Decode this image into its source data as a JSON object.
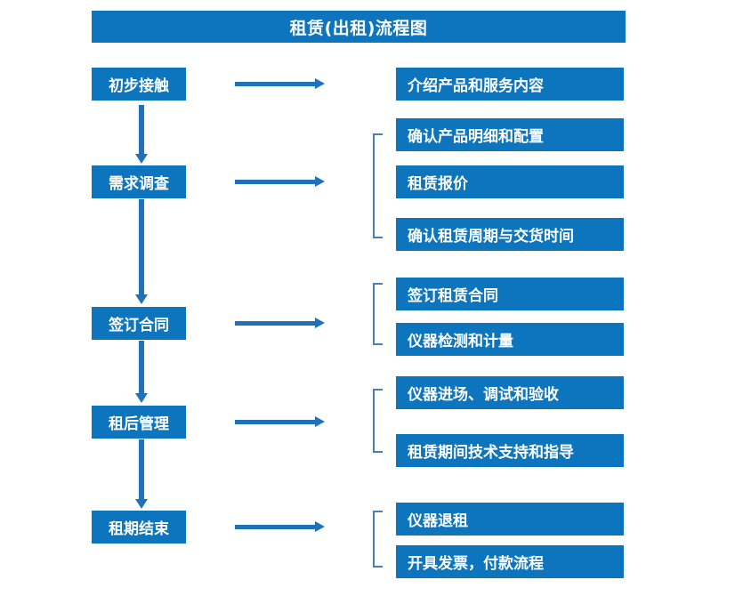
{
  "diagram": {
    "title": "租赁(出租)流程图",
    "accent_color": "#0d75be",
    "connector_color": "#1f72b8",
    "bracket_color": "#4a7ebb",
    "text_color": "#ffffff",
    "background_color": "#ffffff"
  },
  "stages": [
    {
      "label": "初步接触"
    },
    {
      "label": "需求调查"
    },
    {
      "label": "签订合同"
    },
    {
      "label": "租后管理"
    },
    {
      "label": "租期结束"
    }
  ],
  "detail_groups": [
    {
      "bracketed": false,
      "items": [
        {
          "label": "介绍产品和服务内容"
        }
      ]
    },
    {
      "bracketed": true,
      "items": [
        {
          "label": "确认产品明细和配置"
        },
        {
          "label": "租赁报价"
        },
        {
          "label": "确认租赁周期与交货时间"
        }
      ]
    },
    {
      "bracketed": true,
      "items": [
        {
          "label": "签订租赁合同"
        },
        {
          "label": "仪器检测和计量"
        }
      ]
    },
    {
      "bracketed": true,
      "items": [
        {
          "label": "仪器进场、调试和验收"
        },
        {
          "label": "租赁期间技术支持和指导"
        }
      ]
    },
    {
      "bracketed": true,
      "items": [
        {
          "label": "仪器退租"
        },
        {
          "label": "开具发票，付款流程"
        }
      ]
    }
  ],
  "connectors": {
    "horizontal_count": 5,
    "vertical_count": 4,
    "direction": "下一步"
  }
}
